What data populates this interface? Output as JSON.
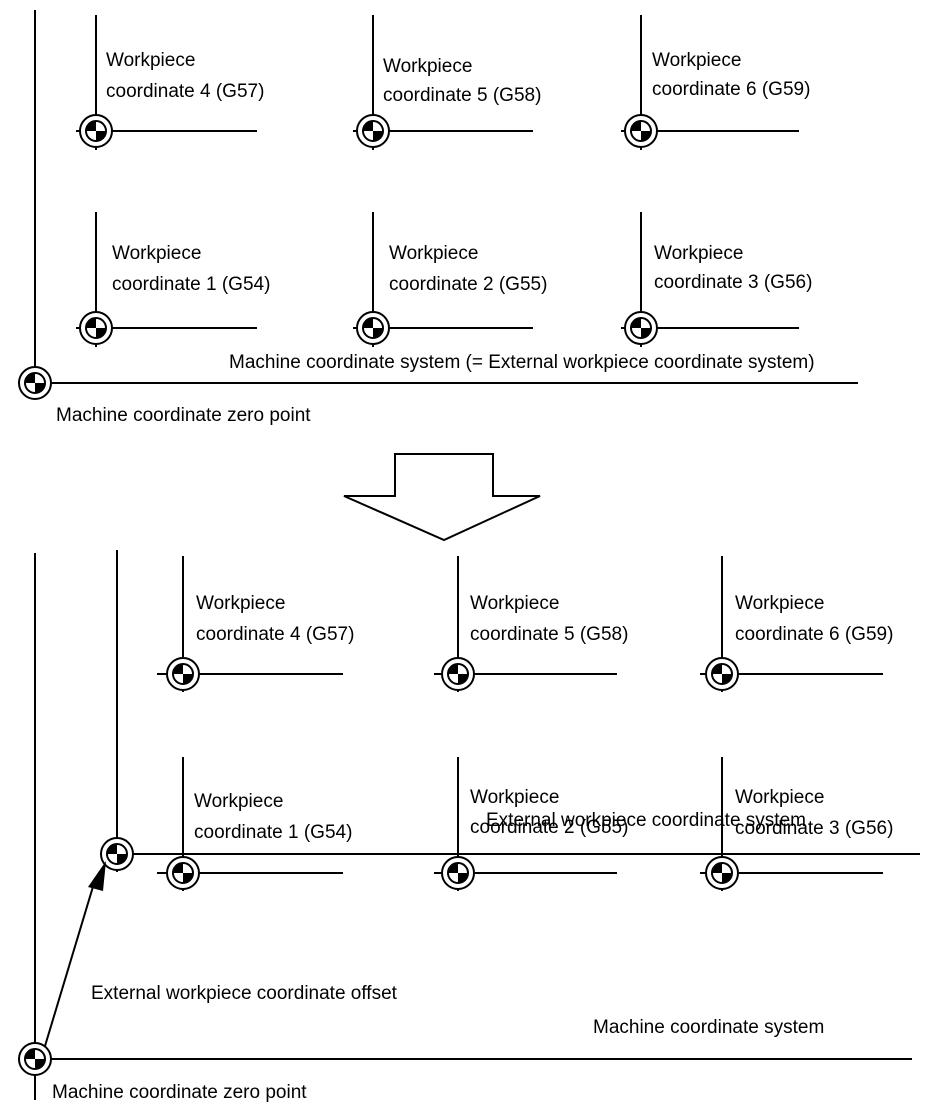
{
  "colors": {
    "line": "#000000",
    "background": "#ffffff"
  },
  "top": {
    "workpieces": [
      {
        "line1": "Workpiece",
        "line2": "coordinate 4 (G57)"
      },
      {
        "line1": "Workpiece",
        "line2": "coordinate 5 (G58)"
      },
      {
        "line1": "Workpiece",
        "line2": "coordinate 6 (G59)"
      },
      {
        "line1": "Workpiece",
        "line2": "coordinate 1 (G54)"
      },
      {
        "line1": "Workpiece",
        "line2": "coordinate 2 (G55)"
      },
      {
        "line1": "Workpiece",
        "line2": "coordinate 3 (G56)"
      }
    ],
    "system_label": "Machine coordinate system (= External workpiece coordinate system)",
    "zero_label": "Machine coordinate zero point"
  },
  "bottom": {
    "workpieces": [
      {
        "line1": "Workpiece",
        "line2": "coordinate 4 (G57)"
      },
      {
        "line1": "Workpiece",
        "line2": "coordinate 5 (G58)"
      },
      {
        "line1": "Workpiece",
        "line2": "coordinate 6 (G59)"
      },
      {
        "line1": "Workpiece",
        "line2": "coordinate 1 (G54)"
      },
      {
        "line1": "Workpiece",
        "line2": "coordinate 2 (G55)"
      },
      {
        "line1": "Workpiece",
        "line2": "coordinate 3 (G56)"
      }
    ],
    "external_system_label": "External workpiece coordinate system",
    "offset_label": "External workpiece coordinate offset",
    "machine_system_label": "Machine coordinate system",
    "zero_label": "Machine coordinate zero point"
  }
}
